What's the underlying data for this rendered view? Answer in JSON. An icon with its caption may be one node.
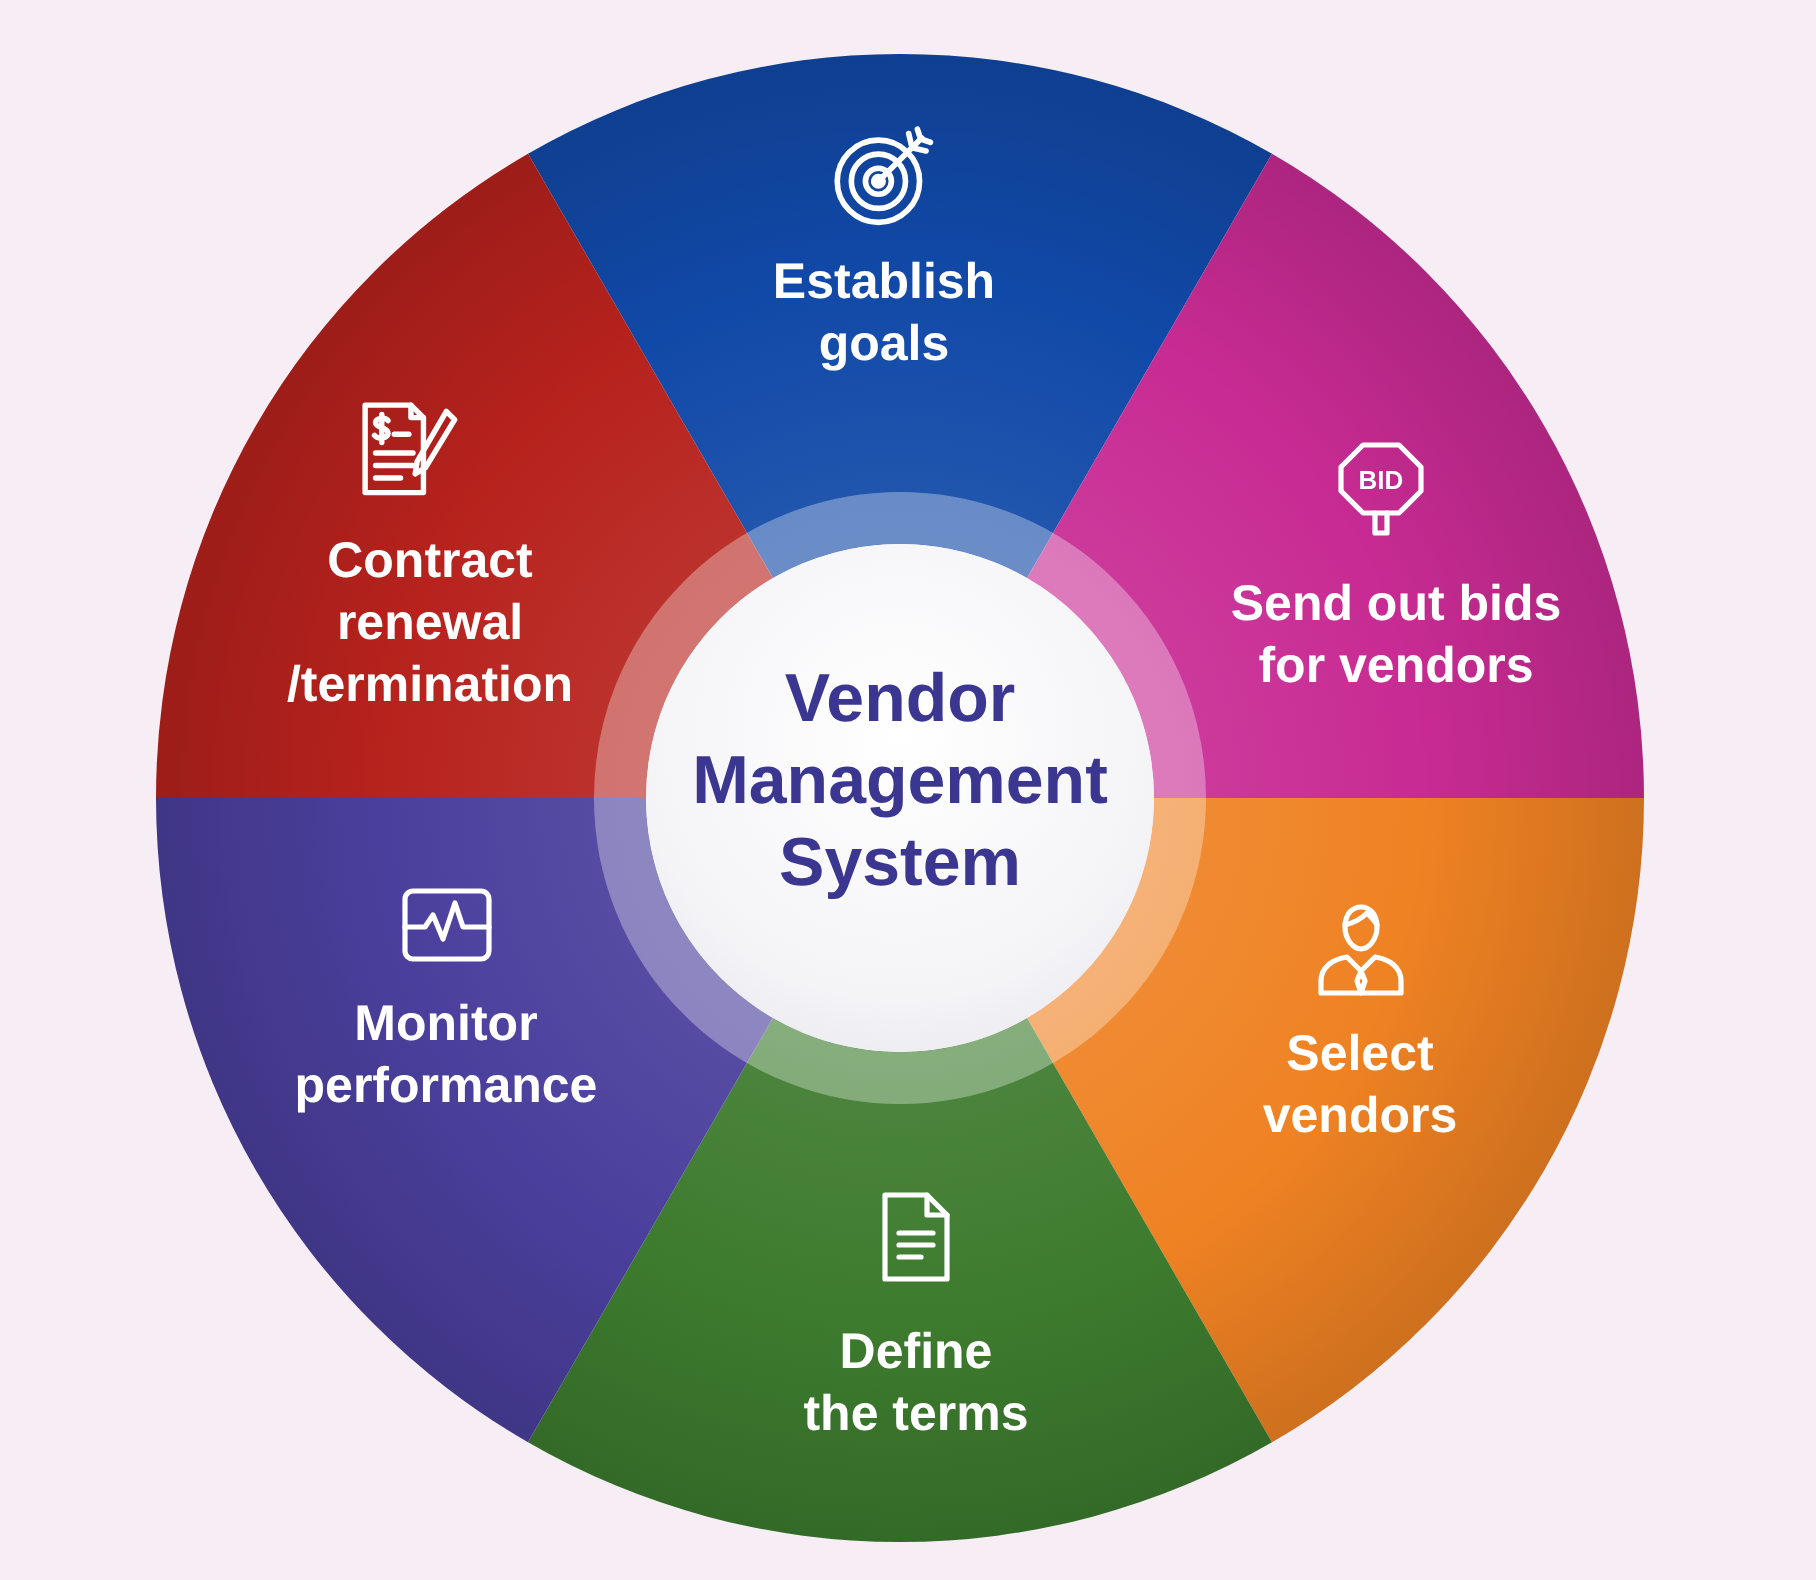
{
  "diagram": {
    "nodes": [
      {
        "text": [
          "Vendor Management System"
        ]
      },
      {
        "text": [
          "Establish goals"
        ]
      },
      {
        "text": [
          "BID",
          "Send out bids for vendors"
        ]
      },
      {
        "text": [
          "Select vendors"
        ]
      },
      {
        "text": [
          "Define the terms"
        ]
      },
      {
        "text": [
          "Monitor performance"
        ]
      },
      {
        "text": [
          "Contract renewal /termination"
        ]
      }
    ]
  }
}
